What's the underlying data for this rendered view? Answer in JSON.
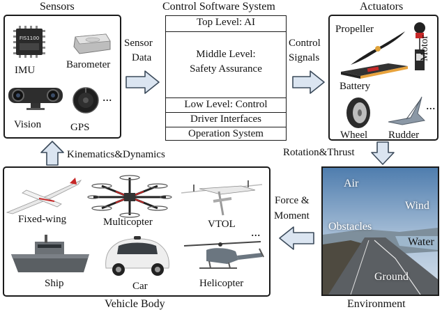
{
  "sensors": {
    "title": "Sensors",
    "items": [
      "IMU",
      "Barometer",
      "Vision",
      "GPS"
    ],
    "ellipsis": "...",
    "chip_text": "FIS1100"
  },
  "control": {
    "title": "Control Software System",
    "top": "Top Level: AI",
    "middle_line1": "Middle Level:",
    "middle_line2": "Safety Assurance",
    "low": "Low Level: Control",
    "driver": "Driver Interfaces",
    "os": "Operation System"
  },
  "actuators": {
    "title": "Actuators",
    "items": [
      "Propeller",
      "Motor",
      "Battery",
      "Wheel",
      "Rudder"
    ],
    "ellipsis": "..."
  },
  "arrows": {
    "sensor_data_1": "Sensor",
    "sensor_data_2": "Data",
    "control_signals_1": "Control",
    "control_signals_2": "Signals",
    "kinematics": "Kinematics&Dynamics",
    "rotation": "Rotation&Thrust",
    "force_1": "Force &",
    "force_2": "Moment"
  },
  "vehicle": {
    "title": "Vehicle Body",
    "items": [
      "Fixed-wing",
      "Multicopter",
      "VTOL",
      "Ship",
      "Car",
      "Helicopter"
    ],
    "ellipsis": "..."
  },
  "environment": {
    "title": "Environment",
    "items": [
      "Air",
      "Wind",
      "Obstacles",
      "Water",
      "Ground"
    ]
  },
  "colors": {
    "arrow_fill": "#dbe5f1",
    "arrow_stroke": "#3b4a5a",
    "sky_top": "#4f7dae",
    "sky_bottom": "#c6d6e6",
    "road": "#5b5f63"
  }
}
